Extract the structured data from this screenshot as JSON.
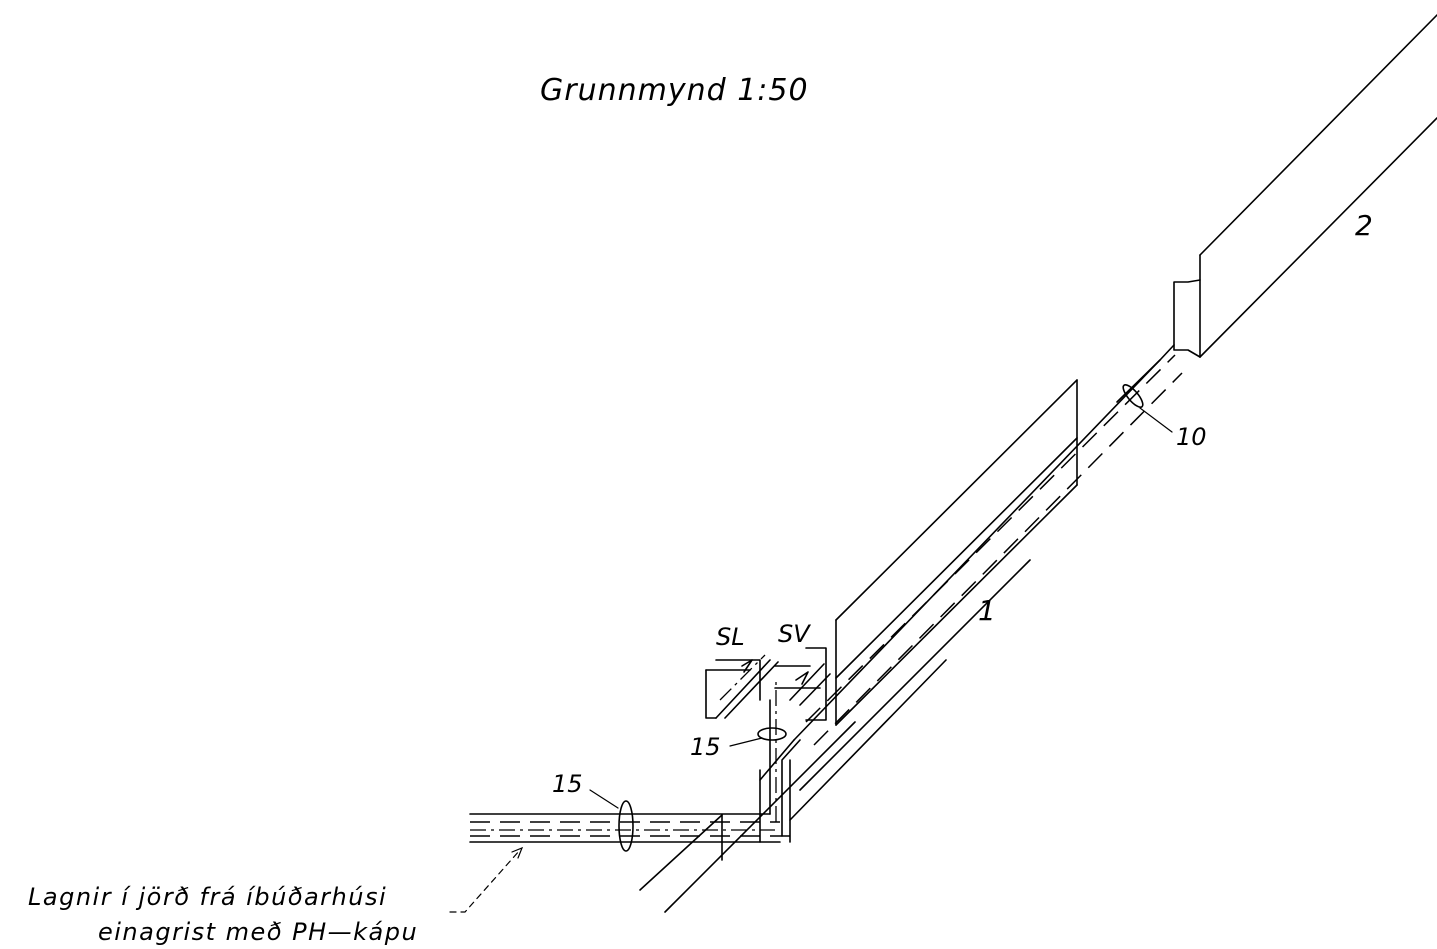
{
  "title": "Grunnmynd 1:50",
  "labels": {
    "pipe_1": "1",
    "pipe_2": "2",
    "sl": "SL",
    "sv": "SV",
    "item_10": "10",
    "item_15_upper": "15",
    "item_15_lower": "15"
  },
  "note": {
    "line1": "Lagnir í jörð frá íbúðarhúsi",
    "line2": "einagrist með PH—kápu"
  }
}
